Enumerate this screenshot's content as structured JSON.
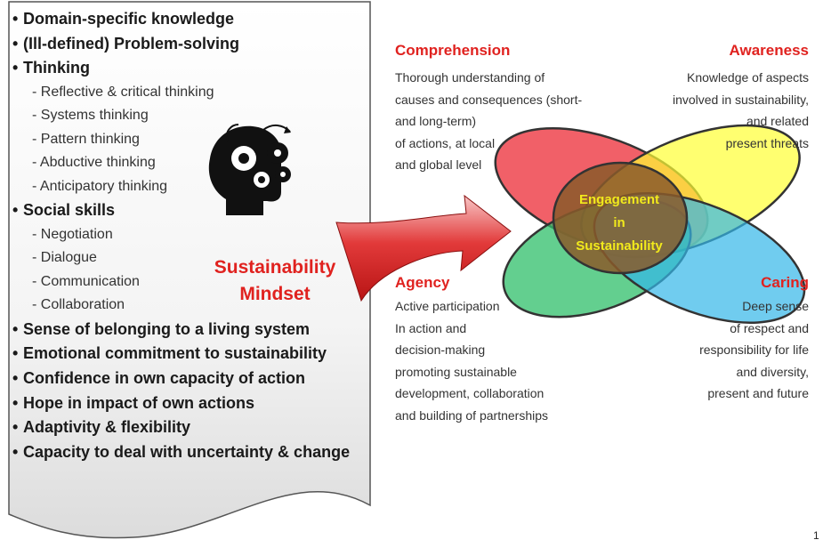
{
  "skills": [
    {
      "label": "Domain-specific knowledge"
    },
    {
      "label": "(Ill-defined) Problem-solving"
    },
    {
      "label": "Thinking",
      "subs": [
        "- Reflective & critical thinking",
        "- Systems thinking",
        "- Pattern thinking",
        "- Abductive thinking",
        "- Anticipatory thinking"
      ]
    },
    {
      "label": "Social skills",
      "subs": [
        "- Negotiation",
        "- Dialogue",
        "- Communication",
        "- Collaboration"
      ]
    },
    {
      "label": "Sense of belonging to a living system"
    },
    {
      "label": "Emotional commitment to sustainability"
    },
    {
      "label": "Confidence in own capacity of action"
    },
    {
      "label": "Hope in impact of own actions"
    },
    {
      "label": "Adaptivity  & flexibility"
    },
    {
      "label": "Capacity to deal with uncertainty & change"
    }
  ],
  "bullet_char": "•",
  "mindset": {
    "line1": "Sustainability",
    "line2": "Mindset"
  },
  "icons": {
    "head": "head-gears-icon"
  },
  "quadrants": {
    "comprehension": {
      "title": "Comprehension",
      "lines": [
        "Thorough understanding of",
        "causes and consequences (short-",
        "and long-term)",
        "of actions, at local",
        "and global level"
      ]
    },
    "awareness": {
      "title": "Awareness",
      "lines": [
        "Knowledge of aspects",
        "involved in sustainability,",
        "and related",
        "present threats"
      ]
    },
    "agency": {
      "title": "Agency",
      "lines": [
        "Active participation",
        "In action and",
        "decision-making",
        "promoting sustainable",
        "development, collaboration",
        "and building of partnerships"
      ]
    },
    "caring": {
      "title": "Caring",
      "lines": [
        "Deep sense",
        "of respect and",
        "responsibility for life",
        "and diversity,",
        "present and future"
      ]
    }
  },
  "center": {
    "line1": "Engagement",
    "line2": "in",
    "line3": "Sustainability"
  },
  "colors": {
    "heading_red": "#e0221f",
    "ellipse_red": "#ee3d47",
    "ellipse_yellow": "#ffff33",
    "ellipse_green": "#2fbf6a",
    "ellipse_blue": "#33b7e8",
    "center_fill": "#8a5a2a",
    "center_text": "#f2ea1c"
  },
  "page_number": "1"
}
